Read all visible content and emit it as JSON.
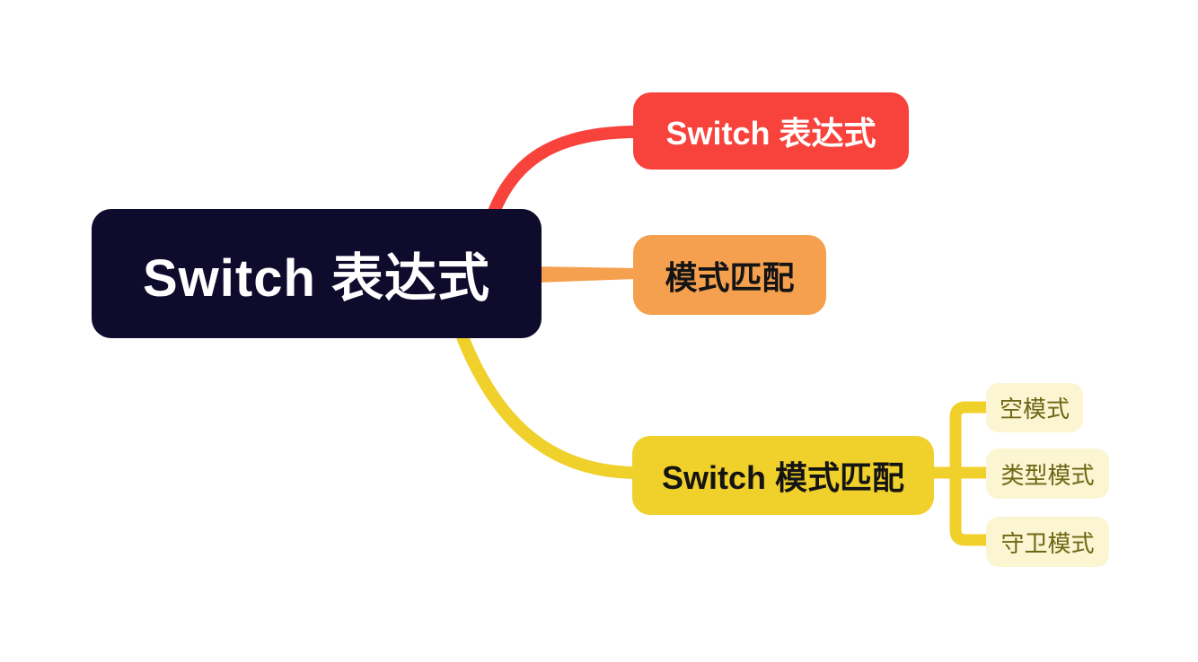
{
  "canvas": {
    "background": "#ffffff"
  },
  "palette": {
    "root_bg": "#0e0b2d",
    "root_text": "#ffffff",
    "branch1_bg": "#f8433c",
    "branch1_text": "#ffffff",
    "branch2_bg": "#f5a04e",
    "branch2_text": "#141414",
    "branch3_bg": "#f0d02a",
    "branch3_text": "#141414",
    "leaf_bg": "#fbf5d2",
    "leaf_text": "#6f6715",
    "link_red": "#f8433c",
    "link_orange": "#f5a04e",
    "link_yellow": "#f0d02a"
  },
  "mindmap": {
    "root": {
      "label": "Switch 表达式"
    },
    "branches": [
      {
        "label": "Switch 表达式"
      },
      {
        "label": "模式匹配"
      },
      {
        "label": "Switch 模式匹配",
        "children": [
          {
            "label": "空模式"
          },
          {
            "label": "类型模式"
          },
          {
            "label": "守卫模式"
          }
        ]
      }
    ]
  }
}
